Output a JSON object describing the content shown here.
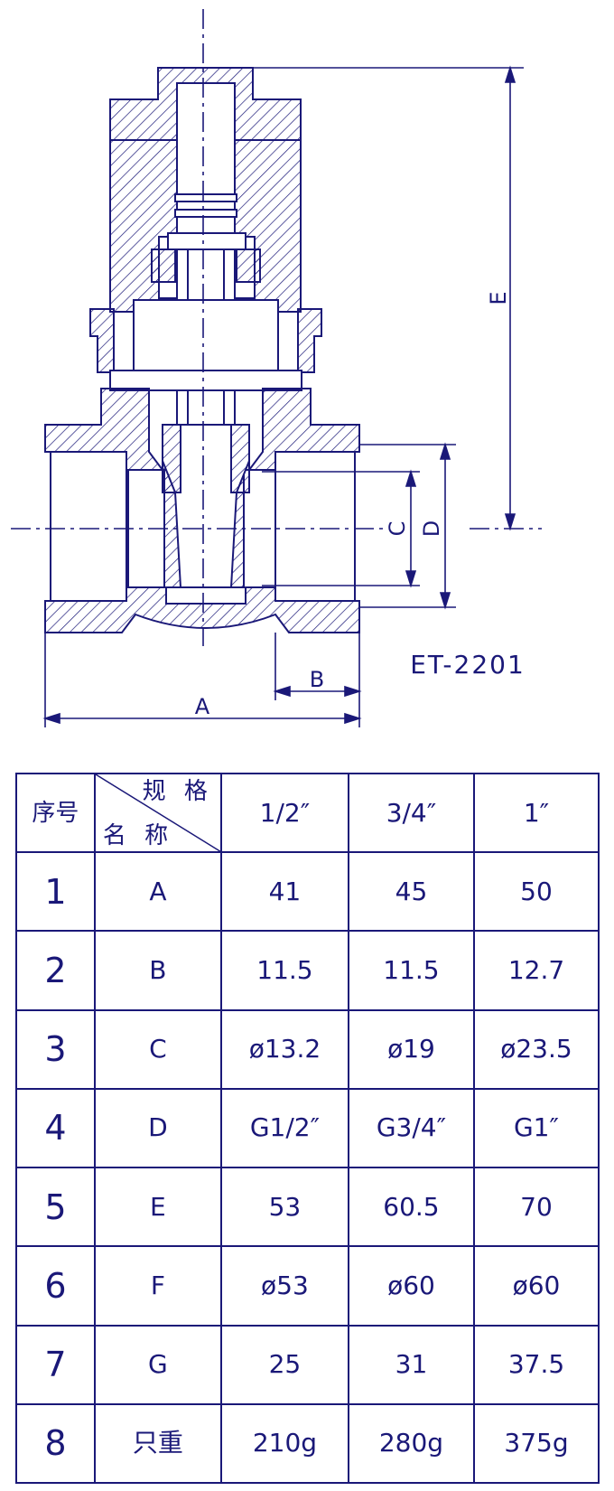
{
  "drawing": {
    "model": "ET-2201",
    "dim_labels": {
      "a": "A",
      "b": "B",
      "c": "C",
      "d": "D",
      "e": "E"
    }
  },
  "table": {
    "header": {
      "seq": "序号",
      "spec": "规 格",
      "name": "名 称",
      "sizes": [
        "1/2″",
        "3/4″",
        "1″"
      ]
    },
    "rows": [
      {
        "seq": "1",
        "name": "A",
        "values": [
          "41",
          "45",
          "50"
        ]
      },
      {
        "seq": "2",
        "name": "B",
        "values": [
          "11.5",
          "11.5",
          "12.7"
        ]
      },
      {
        "seq": "3",
        "name": "C",
        "values": [
          "ø13.2",
          "ø19",
          "ø23.5"
        ]
      },
      {
        "seq": "4",
        "name": "D",
        "values": [
          "G1/2″",
          "G3/4″",
          "G1″"
        ]
      },
      {
        "seq": "5",
        "name": "E",
        "values": [
          "53",
          "60.5",
          "70"
        ]
      },
      {
        "seq": "6",
        "name": "F",
        "values": [
          "ø53",
          "ø60",
          "ø60"
        ]
      },
      {
        "seq": "7",
        "name": "G",
        "values": [
          "25",
          "31",
          "37.5"
        ]
      },
      {
        "seq": "8",
        "name": "只重",
        "values": [
          "210g",
          "280g",
          "375g"
        ]
      }
    ]
  },
  "colors": {
    "ink": "#1a1878",
    "background": "#ffffff"
  }
}
